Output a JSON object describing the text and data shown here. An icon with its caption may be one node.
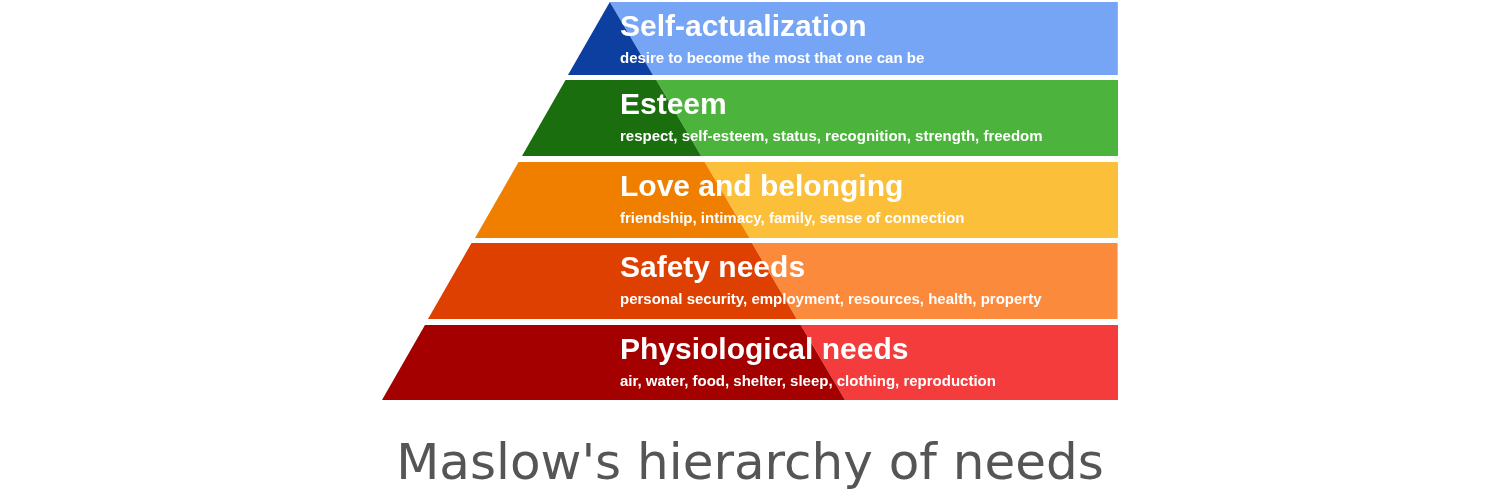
{
  "diagram": {
    "title": "Maslow's hierarchy of needs",
    "nodes": [
      {
        "text": [
          "Self-actualization",
          "desire to become the most that one can be"
        ]
      },
      {
        "text": [
          "Esteem",
          "respect, self-esteem, status, recognition, strength, freedom"
        ]
      },
      {
        "text": [
          "Love and belonging",
          "friendship, intimacy, family, sense of connection"
        ]
      },
      {
        "text": [
          "Safety needs",
          "personal security, employment, resources, health, property"
        ]
      },
      {
        "text": [
          "Physiological needs",
          "air, water, food, shelter, sleep, clothing, reproduction"
        ]
      }
    ]
  }
}
